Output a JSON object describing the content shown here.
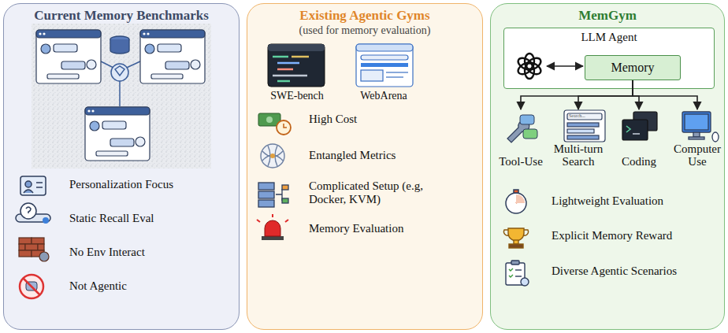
{
  "diagram": {
    "nodes": [
      {
        "text": [
          "Current Memory Benchmarks"
        ]
      },
      {
        "text": [
          "Existing Agentic Gyms",
          "(used for memory evaluation)"
        ]
      },
      {
        "text": [
          "MemGym"
        ]
      },
      {
        "text": [
          "LLM Agent"
        ],
        "in": 2
      },
      {
        "text": [
          "Memory"
        ],
        "in": 3
      },
      {
        "text": [
          "Tool-Use"
        ],
        "in": 2
      },
      {
        "text": [
          "Multi-turn Search"
        ],
        "in": 2
      },
      {
        "text": [
          "Coding"
        ],
        "in": 2
      },
      {
        "text": [
          "Computer Use"
        ],
        "in": 2
      }
    ],
    "edges": [
      {
        "from": 4,
        "to": 5,
        "arrow": "to"
      },
      {
        "from": 4,
        "to": 6,
        "arrow": "to"
      },
      {
        "from": 4,
        "to": 7,
        "arrow": "to"
      },
      {
        "from": 4,
        "to": 8,
        "arrow": "to"
      }
    ],
    "labels": [
      "SWE-bench",
      "WebArena",
      "Personalization Focus",
      "Static Recall Eval",
      "No Env Interact",
      "Not Agentic",
      "High Cost",
      "Entangled Metrics",
      "Complicated Setup (e.g, Docker, KVM)",
      "Memory Evaluation",
      "Lightweight Evaluation",
      "Explicit Memory Reward",
      "Diverse Agentic Scenarios",
      "Search..."
    ]
  }
}
